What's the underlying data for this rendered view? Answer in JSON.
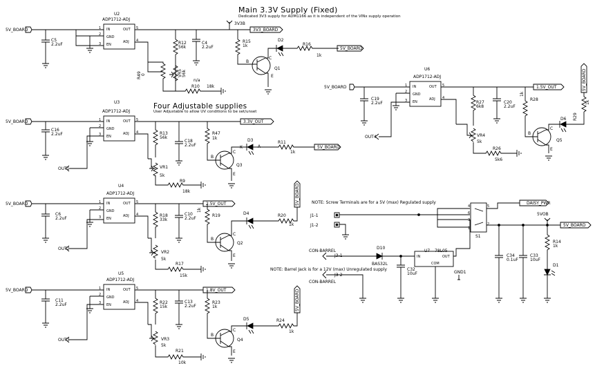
{
  "headings": {
    "main_title": "Main 3.3V Supply (Fixed)",
    "main_note": "Dedicated 3V3 supply for ADM1166 as it is independent of the VINx supply operation",
    "adj_title": "Four Adjustable supplies",
    "adj_note": "User Adjustable to allow UV conditions to be set/unset"
  },
  "notes": {
    "screw": "NOTE: Screw Terminals are for a 5V (max) Regulated supply",
    "barrel": "NOTE: Barrel Jack is for a 12V (max) Unregulated supply"
  },
  "pins": {
    "in": "IN",
    "gnd": "GND",
    "en": "EN",
    "out": "OUT",
    "adj": "ADJ",
    "com": "COM",
    "n1": "1",
    "n2": "2",
    "n3": "3",
    "n4": "4",
    "n5": "5",
    "n6": "6"
  },
  "nets": {
    "v5_board": "5V_BOARD",
    "v3v3_board": "3V3_BOARD",
    "v3v3_out": "3.3V_OUT",
    "v2v5_out": "2.5V_OUT",
    "v1v8_out": "1.8V_OUT",
    "v1v5_out": "1.5V_OUT",
    "v3v3b": "3V3B",
    "v5vb": "5VOB",
    "out1": "OUT1",
    "out2": "OUT2",
    "out3": "OUT3",
    "out4": "OUT4",
    "daisy": "DAISY_PWR",
    "gnd1": "GND1"
  },
  "regulators": {
    "u2": {
      "ref": "U2",
      "part": "ADP1712-ADJ"
    },
    "u3": {
      "ref": "U3",
      "part": "ADP1712-ADJ"
    },
    "u4": {
      "ref": "U4",
      "part": "ADP1712-ADJ"
    },
    "u5": {
      "ref": "U5",
      "part": "ADP1712-ADJ"
    },
    "u6": {
      "ref": "U6",
      "part": "ADP1712-ADJ"
    },
    "u7": {
      "ref": "U7",
      "part": "78L05"
    }
  },
  "parts": {
    "c5": {
      "ref": "C5",
      "val": "2.2uF"
    },
    "c4": {
      "ref": "C4",
      "val": "2.2uF"
    },
    "r12": {
      "ref": "R12",
      "val": "56k"
    },
    "r49": {
      "ref": "R49",
      "val": "0"
    },
    "vr5": {
      "ref": "VR5",
      "val": "n/a"
    },
    "r10": {
      "ref": "R10",
      "val": "18k"
    },
    "r15": {
      "ref": "R15",
      "val": "1k"
    },
    "r16": {
      "ref": "R16",
      "val": "1k"
    },
    "d2": {
      "ref": "D2"
    },
    "q1": {
      "ref": "Q1"
    },
    "c16": {
      "ref": "C16",
      "val": "2.2uF"
    },
    "r13": {
      "ref": "R13",
      "val": "56k"
    },
    "c18": {
      "ref": "C18",
      "val": "2.2uF"
    },
    "vr1": {
      "ref": "VR1",
      "val": "5k"
    },
    "r9": {
      "ref": "R9",
      "val": "18k"
    },
    "r47": {
      "ref": "R47",
      "val": "1k"
    },
    "d3": {
      "ref": "D3",
      "k": "K",
      "a": "A"
    },
    "r11": {
      "ref": "R11",
      "val": "1k"
    },
    "q3": {
      "ref": "Q3"
    },
    "c6": {
      "ref": "C6",
      "val": "2.2uF"
    },
    "r18": {
      "ref": "R18",
      "val": "33k"
    },
    "c10": {
      "ref": "C10",
      "val": "2.2uF"
    },
    "vr2": {
      "ref": "VR2",
      "val": "5k"
    },
    "r17": {
      "ref": "R17",
      "val": "15k"
    },
    "r19": {
      "ref": "R19",
      "val": "1k"
    },
    "d4": {
      "ref": "D4"
    },
    "r20": {
      "ref": "R20",
      "val": "1k"
    },
    "q2": {
      "ref": "Q2"
    },
    "c11": {
      "ref": "C11",
      "val": "2.2uF"
    },
    "r22": {
      "ref": "R22",
      "val": "15k"
    },
    "c13": {
      "ref": "C13",
      "val": "2.2uF"
    },
    "vr3": {
      "ref": "VR3",
      "val": "5k"
    },
    "r21": {
      "ref": "R21",
      "val": "10k"
    },
    "r23": {
      "ref": "R23",
      "val": "1k"
    },
    "d5": {
      "ref": "D5"
    },
    "r24": {
      "ref": "R24",
      "val": "1k"
    },
    "q4": {
      "ref": "Q4"
    },
    "c19": {
      "ref": "C19",
      "val": "2.2uF"
    },
    "r27": {
      "ref": "R27",
      "val": "6k8"
    },
    "c20": {
      "ref": "C20",
      "val": "2.2uF"
    },
    "vr4": {
      "ref": "VR4",
      "val": "5k"
    },
    "r26": {
      "ref": "R26",
      "val": "5k6"
    },
    "r28": {
      "ref": "R28",
      "val": "1k"
    },
    "r29": {
      "ref": "R29",
      "val": "1k"
    },
    "d6": {
      "ref": "D6"
    },
    "q5": {
      "ref": "Q5"
    },
    "s1": {
      "ref": "S1"
    },
    "j1_1": {
      "ref": "J1-1"
    },
    "j1_2": {
      "ref": "J1-2"
    },
    "j3_1": {
      "ref": "J3-1"
    },
    "j3_2": {
      "ref": "J3-2"
    },
    "con1": {
      "ref": "CON-BARREL"
    },
    "con2": {
      "ref": "CON-BARREL"
    },
    "d10": {
      "ref": "D10",
      "val": "BAS32L"
    },
    "c32": {
      "ref": "C32",
      "val": "10uF"
    },
    "c34": {
      "ref": "C34",
      "val": "0.1uF"
    },
    "c33": {
      "ref": "C33",
      "val": "10uF"
    },
    "r14": {
      "ref": "R14",
      "val": "1k"
    },
    "d1": {
      "ref": "D1"
    }
  },
  "transistor_pins": {
    "b": "B",
    "c": "C",
    "e": "E"
  }
}
